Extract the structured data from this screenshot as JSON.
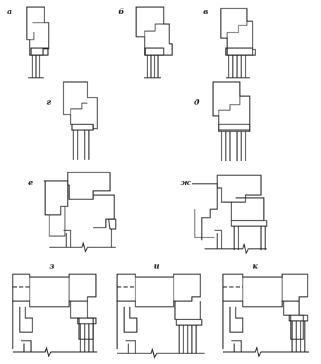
{
  "figure": {
    "variants": [
      {
        "key": "a",
        "label": "а"
      },
      {
        "key": "b",
        "label": "б"
      },
      {
        "key": "v",
        "label": "в"
      },
      {
        "key": "g",
        "label": "г"
      },
      {
        "key": "d",
        "label": "д"
      },
      {
        "key": "e",
        "label": "е"
      },
      {
        "key": "zh",
        "label": "ж"
      },
      {
        "key": "z",
        "label": "з"
      },
      {
        "key": "i",
        "label": "и"
      },
      {
        "key": "k",
        "label": "к"
      }
    ]
  }
}
